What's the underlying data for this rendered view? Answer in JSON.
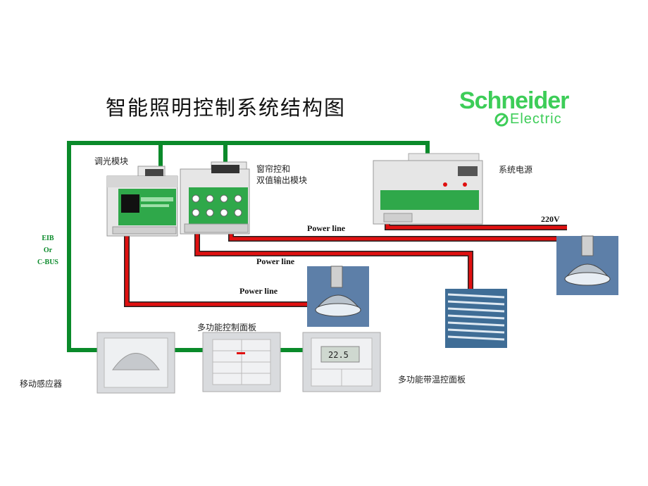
{
  "title": "智能照明控制系统结构图",
  "brand": {
    "name": "Schneider",
    "sub": "Electric",
    "color": "#3dcd58"
  },
  "bus_label": {
    "line1": "EIB",
    "line2": "Or",
    "line3": "C-BUS"
  },
  "labels": {
    "dimmer": "调光模块",
    "curtain_line1": "窗帘控和",
    "curtain_line2": "双值输出模块",
    "power_supply": "系统电源",
    "v220": "220V",
    "power_line_1": "Power line",
    "power_line_2": "Power line",
    "power_line_3": "Power line",
    "motion_sensor": "移动感应器",
    "multi_panel": "多功能控制面板",
    "temp_panel": "多功能带温控面板"
  },
  "thermostat_display": "22.5",
  "colors": {
    "bus": "#0a8a2a",
    "power": "#e01010",
    "module": "#e4e4e4",
    "module_green": "#2fa84a"
  }
}
